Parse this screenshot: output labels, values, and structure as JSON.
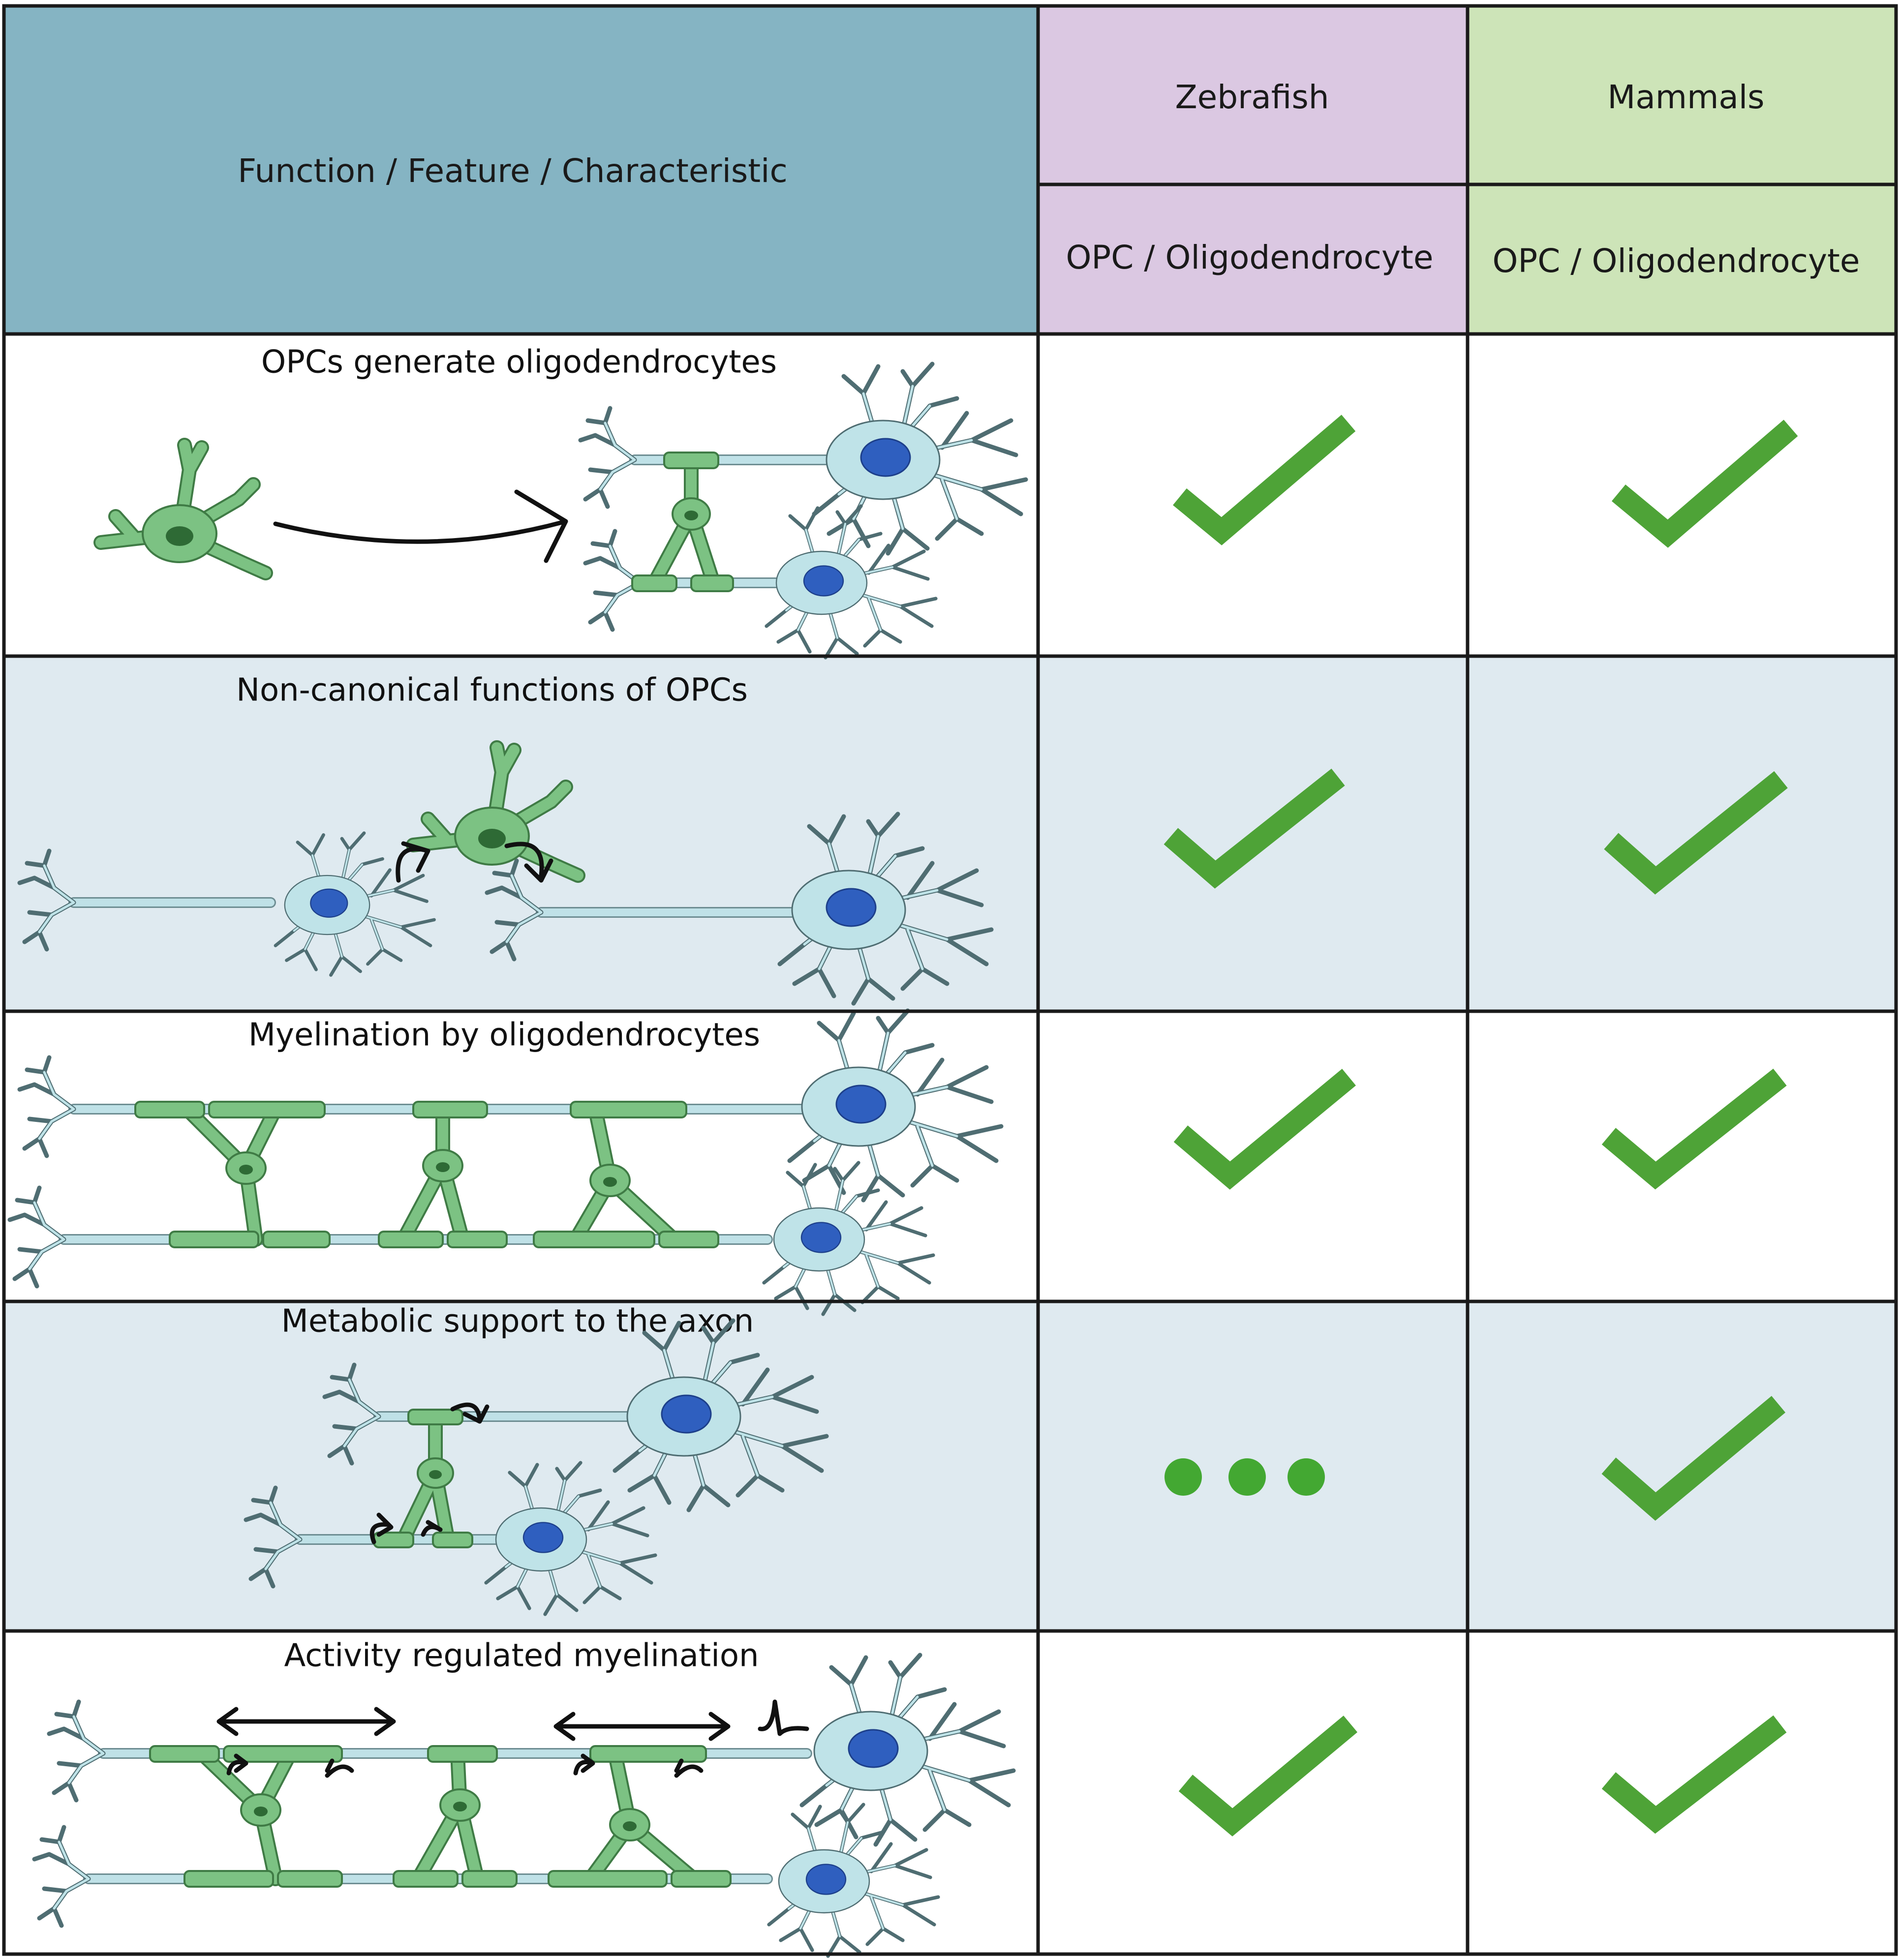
{
  "header": {
    "feature_label": "Function / Feature / Characteristic",
    "col1_species": "Zebrafish",
    "col2_species": "Mammals",
    "col1_cell": "OPC / Oligodendrocyte",
    "col2_cell": "OPC / Oligodendrocyte"
  },
  "colors": {
    "feature_header_bg": "#85b4c3",
    "zebrafish_bg": "#dbc8e2",
    "mammals_bg": "#cde4b8",
    "shaded_row_bg": "#dfeaf0",
    "check_color": "#4ea337",
    "oligodendrocyte": "#7cc283",
    "neuron": "#bfe3e8",
    "nucleus": "#2f5fbf"
  },
  "rows": [
    {
      "label": "OPCs generate oligodendrocytes",
      "zebrafish": "yes",
      "mammals": "yes"
    },
    {
      "label": "Non-canonical functions of OPCs",
      "zebrafish": "yes",
      "mammals": "yes"
    },
    {
      "label": "Myelination by oligodendrocytes",
      "zebrafish": "yes",
      "mammals": "yes"
    },
    {
      "label": "Metabolic support to the axon",
      "zebrafish": "unknown",
      "mammals": "yes"
    },
    {
      "label": "Activity regulated myelination",
      "zebrafish": "yes",
      "mammals": "yes"
    }
  ],
  "legend_icons": {
    "yes": "check-icon",
    "unknown": "ellipsis-dots-icon"
  }
}
